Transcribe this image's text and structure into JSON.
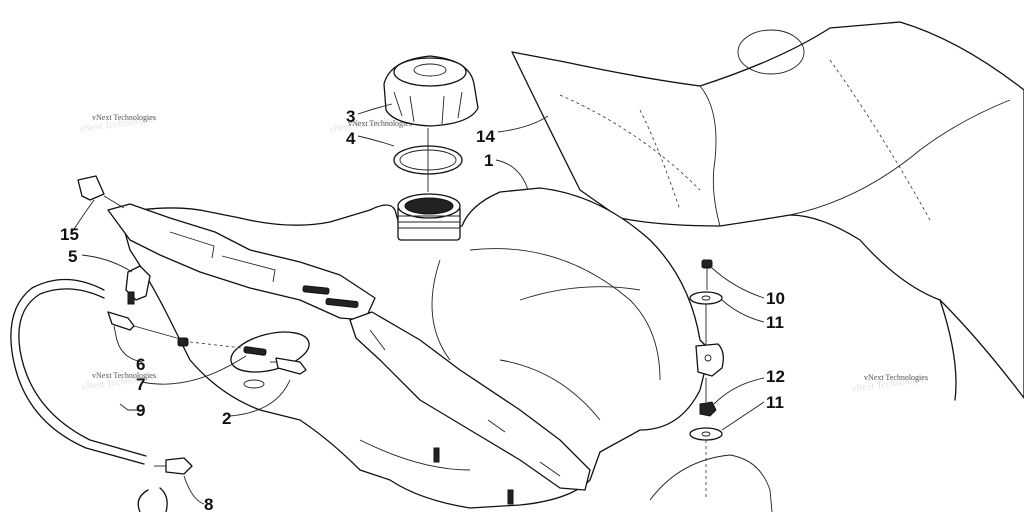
{
  "watermark": {
    "text": "vNext Technologies"
  },
  "callouts": [
    {
      "id": "c1",
      "label": "1"
    },
    {
      "id": "c2",
      "label": "2"
    },
    {
      "id": "c3",
      "label": "3"
    },
    {
      "id": "c4",
      "label": "4"
    },
    {
      "id": "c5",
      "label": "5"
    },
    {
      "id": "c6",
      "label": "6"
    },
    {
      "id": "c7",
      "label": "7"
    },
    {
      "id": "c8",
      "label": "8"
    },
    {
      "id": "c9",
      "label": "9"
    },
    {
      "id": "c10",
      "label": "10"
    },
    {
      "id": "c11a",
      "label": "11"
    },
    {
      "id": "c11b",
      "label": "11"
    },
    {
      "id": "c12",
      "label": "12"
    },
    {
      "id": "c14",
      "label": "14"
    },
    {
      "id": "c15",
      "label": "15"
    }
  ]
}
